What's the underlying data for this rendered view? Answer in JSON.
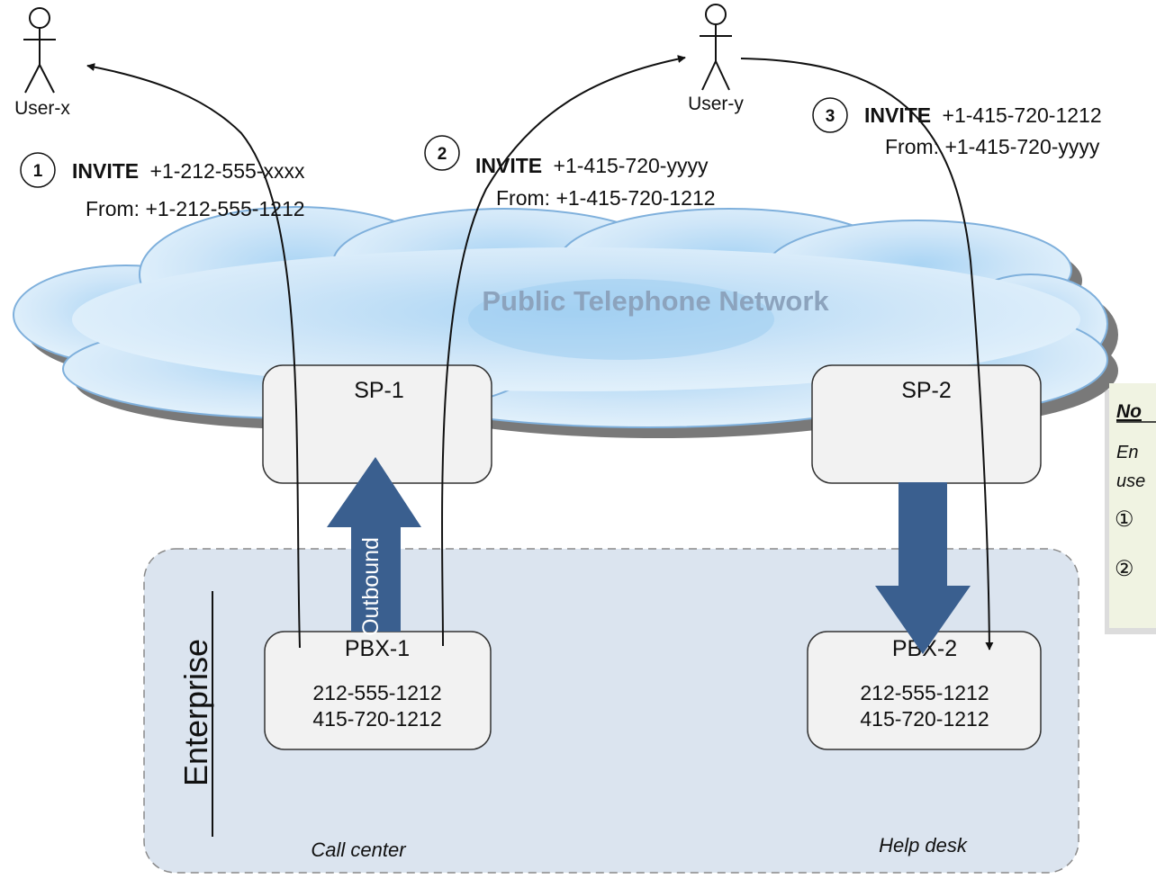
{
  "network": {
    "label": "Public Telephone Network"
  },
  "users": {
    "x": "User-x",
    "y": "User-y"
  },
  "sp1": {
    "label": "SP-1"
  },
  "sp2": {
    "label": "SP-2"
  },
  "enterprise": {
    "label": "Enterprise"
  },
  "outbound": {
    "label": "Outbound"
  },
  "pbx1": {
    "label": "PBX-1",
    "numbers": [
      "212-555-1212",
      "415-720-1212"
    ],
    "caption": "Call center"
  },
  "pbx2": {
    "label": "PBX-2",
    "numbers": [
      "212-555-1212",
      "415-720-1212"
    ],
    "caption": "Help desk"
  },
  "messages": [
    {
      "step": "1",
      "method": "INVITE",
      "to": "+1-212-555-xxxx",
      "from": "From: +1-212-555-1212"
    },
    {
      "step": "2",
      "method": "INVITE",
      "to": "+1-415-720-yyyy",
      "from": "From: +1-415-720-1212"
    },
    {
      "step": "3",
      "method": "INVITE",
      "to": "+1-415-720-1212",
      "from": "From: +1-415-720-yyyy"
    }
  ],
  "note": {
    "title": "No",
    "line1": "En",
    "line2": "use",
    "item1": "①",
    "item2": "②"
  },
  "colors": {
    "arrow_fill": "#3a5f8f",
    "cloud_fill": "#d8ecfa",
    "cloud_stroke": "#7fb0dc",
    "enterprise_fill": "#dbe4ef",
    "box_fill": "#f2f2f2",
    "note_fill": "#f0f3e2"
  }
}
